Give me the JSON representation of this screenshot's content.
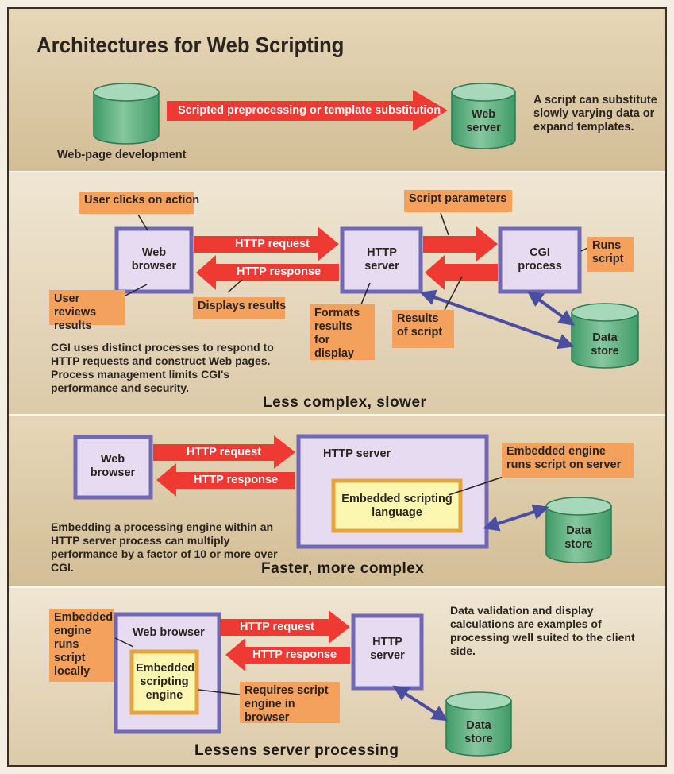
{
  "title": "Architectures for Web Scripting",
  "colors": {
    "page_background": "#f3ede2",
    "band_background": "#dcc9a6",
    "arrow_red": "#ef3a33",
    "callout_orange": "#f4a15e",
    "box_fill": "#e6dbf0",
    "box_border": "#7168b3",
    "cylinder_green": "#5aae7f",
    "embedded_yellow": "#fbf6b0",
    "embedded_border": "#e7a43c",
    "connector_blue": "#4a4ea0"
  },
  "sections": {
    "preprocessing": {
      "source_label": "Web-page development",
      "arrow_label": "Scripted preprocessing or template substitution",
      "target_label": "Web server",
      "note": "A script can substitute slowly varying data or expand templates."
    },
    "cgi": {
      "browser_label": "Web browser",
      "server_label": "HTTP server",
      "process_label": "CGI process",
      "datastore_label": "Data store",
      "request_label": "HTTP request",
      "response_label": "HTTP response",
      "callouts": {
        "user_clicks": "User clicks on action",
        "user_reviews": "User reviews results",
        "displays_results": "Displays results",
        "formats_results": "Formats results for display",
        "script_parameters": "Script parameters",
        "runs_script": "Runs script",
        "results_of_script": "Results of script"
      },
      "description": "CGI uses distinct processes to respond to HTTP requests and construct Web pages. Process management limits CGI's performance and security.",
      "caption": "Less complex, slower"
    },
    "embedded": {
      "browser_label": "Web browser",
      "server_label": "HTTP server",
      "engine_label": "Embedded scripting language",
      "datastore_label": "Data store",
      "request_label": "HTTP request",
      "response_label": "HTTP response",
      "callout": "Embedded engine runs script on server",
      "description": "Embedding a processing engine within an HTTP server process can multiply performance by a factor of 10 or more over CGI.",
      "caption": "Faster, more complex"
    },
    "client": {
      "browser_label": "Web browser",
      "engine_label": "Embedded scripting engine",
      "server_label": "HTTP server",
      "datastore_label": "Data store",
      "request_label": "HTTP request",
      "response_label": "HTTP response",
      "callout_engine": "Embedded engine runs script locally",
      "callout_requires": "Requires script engine in browser",
      "description": "Data validation and display calculations are examples of processing well suited to the client side.",
      "caption": "Lessens server processing"
    }
  }
}
